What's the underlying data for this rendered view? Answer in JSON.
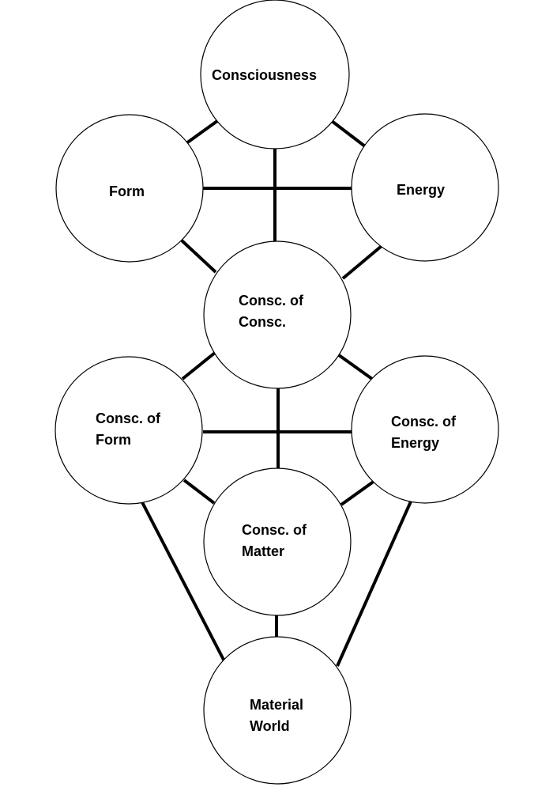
{
  "nodes": {
    "consciousness": {
      "lines": [
        "Consciousness"
      ]
    },
    "form": {
      "lines": [
        "Form"
      ]
    },
    "energy": {
      "lines": [
        "Energy"
      ]
    },
    "consc_of_consc": {
      "lines": [
        "Consc. of",
        "Consc."
      ]
    },
    "consc_of_form": {
      "lines": [
        "Consc. of",
        "Form"
      ]
    },
    "consc_of_energy": {
      "lines": [
        "Consc. of",
        "Energy"
      ]
    },
    "consc_of_matter": {
      "lines": [
        "Consc. of",
        "Matter"
      ]
    },
    "material_world": {
      "lines": [
        "Material",
        "World"
      ]
    }
  },
  "connections": [
    [
      "consciousness",
      "form"
    ],
    [
      "consciousness",
      "energy"
    ],
    [
      "consciousness",
      "consc_of_consc"
    ],
    [
      "form",
      "energy"
    ],
    [
      "form",
      "consc_of_consc"
    ],
    [
      "energy",
      "consc_of_consc"
    ],
    [
      "consc_of_consc",
      "consc_of_form"
    ],
    [
      "consc_of_consc",
      "consc_of_energy"
    ],
    [
      "consc_of_consc",
      "consc_of_matter"
    ],
    [
      "consc_of_form",
      "consc_of_energy"
    ],
    [
      "consc_of_form",
      "consc_of_matter"
    ],
    [
      "consc_of_energy",
      "consc_of_matter"
    ],
    [
      "consc_of_form",
      "material_world"
    ],
    [
      "consc_of_energy",
      "material_world"
    ],
    [
      "consc_of_matter",
      "material_world"
    ]
  ]
}
